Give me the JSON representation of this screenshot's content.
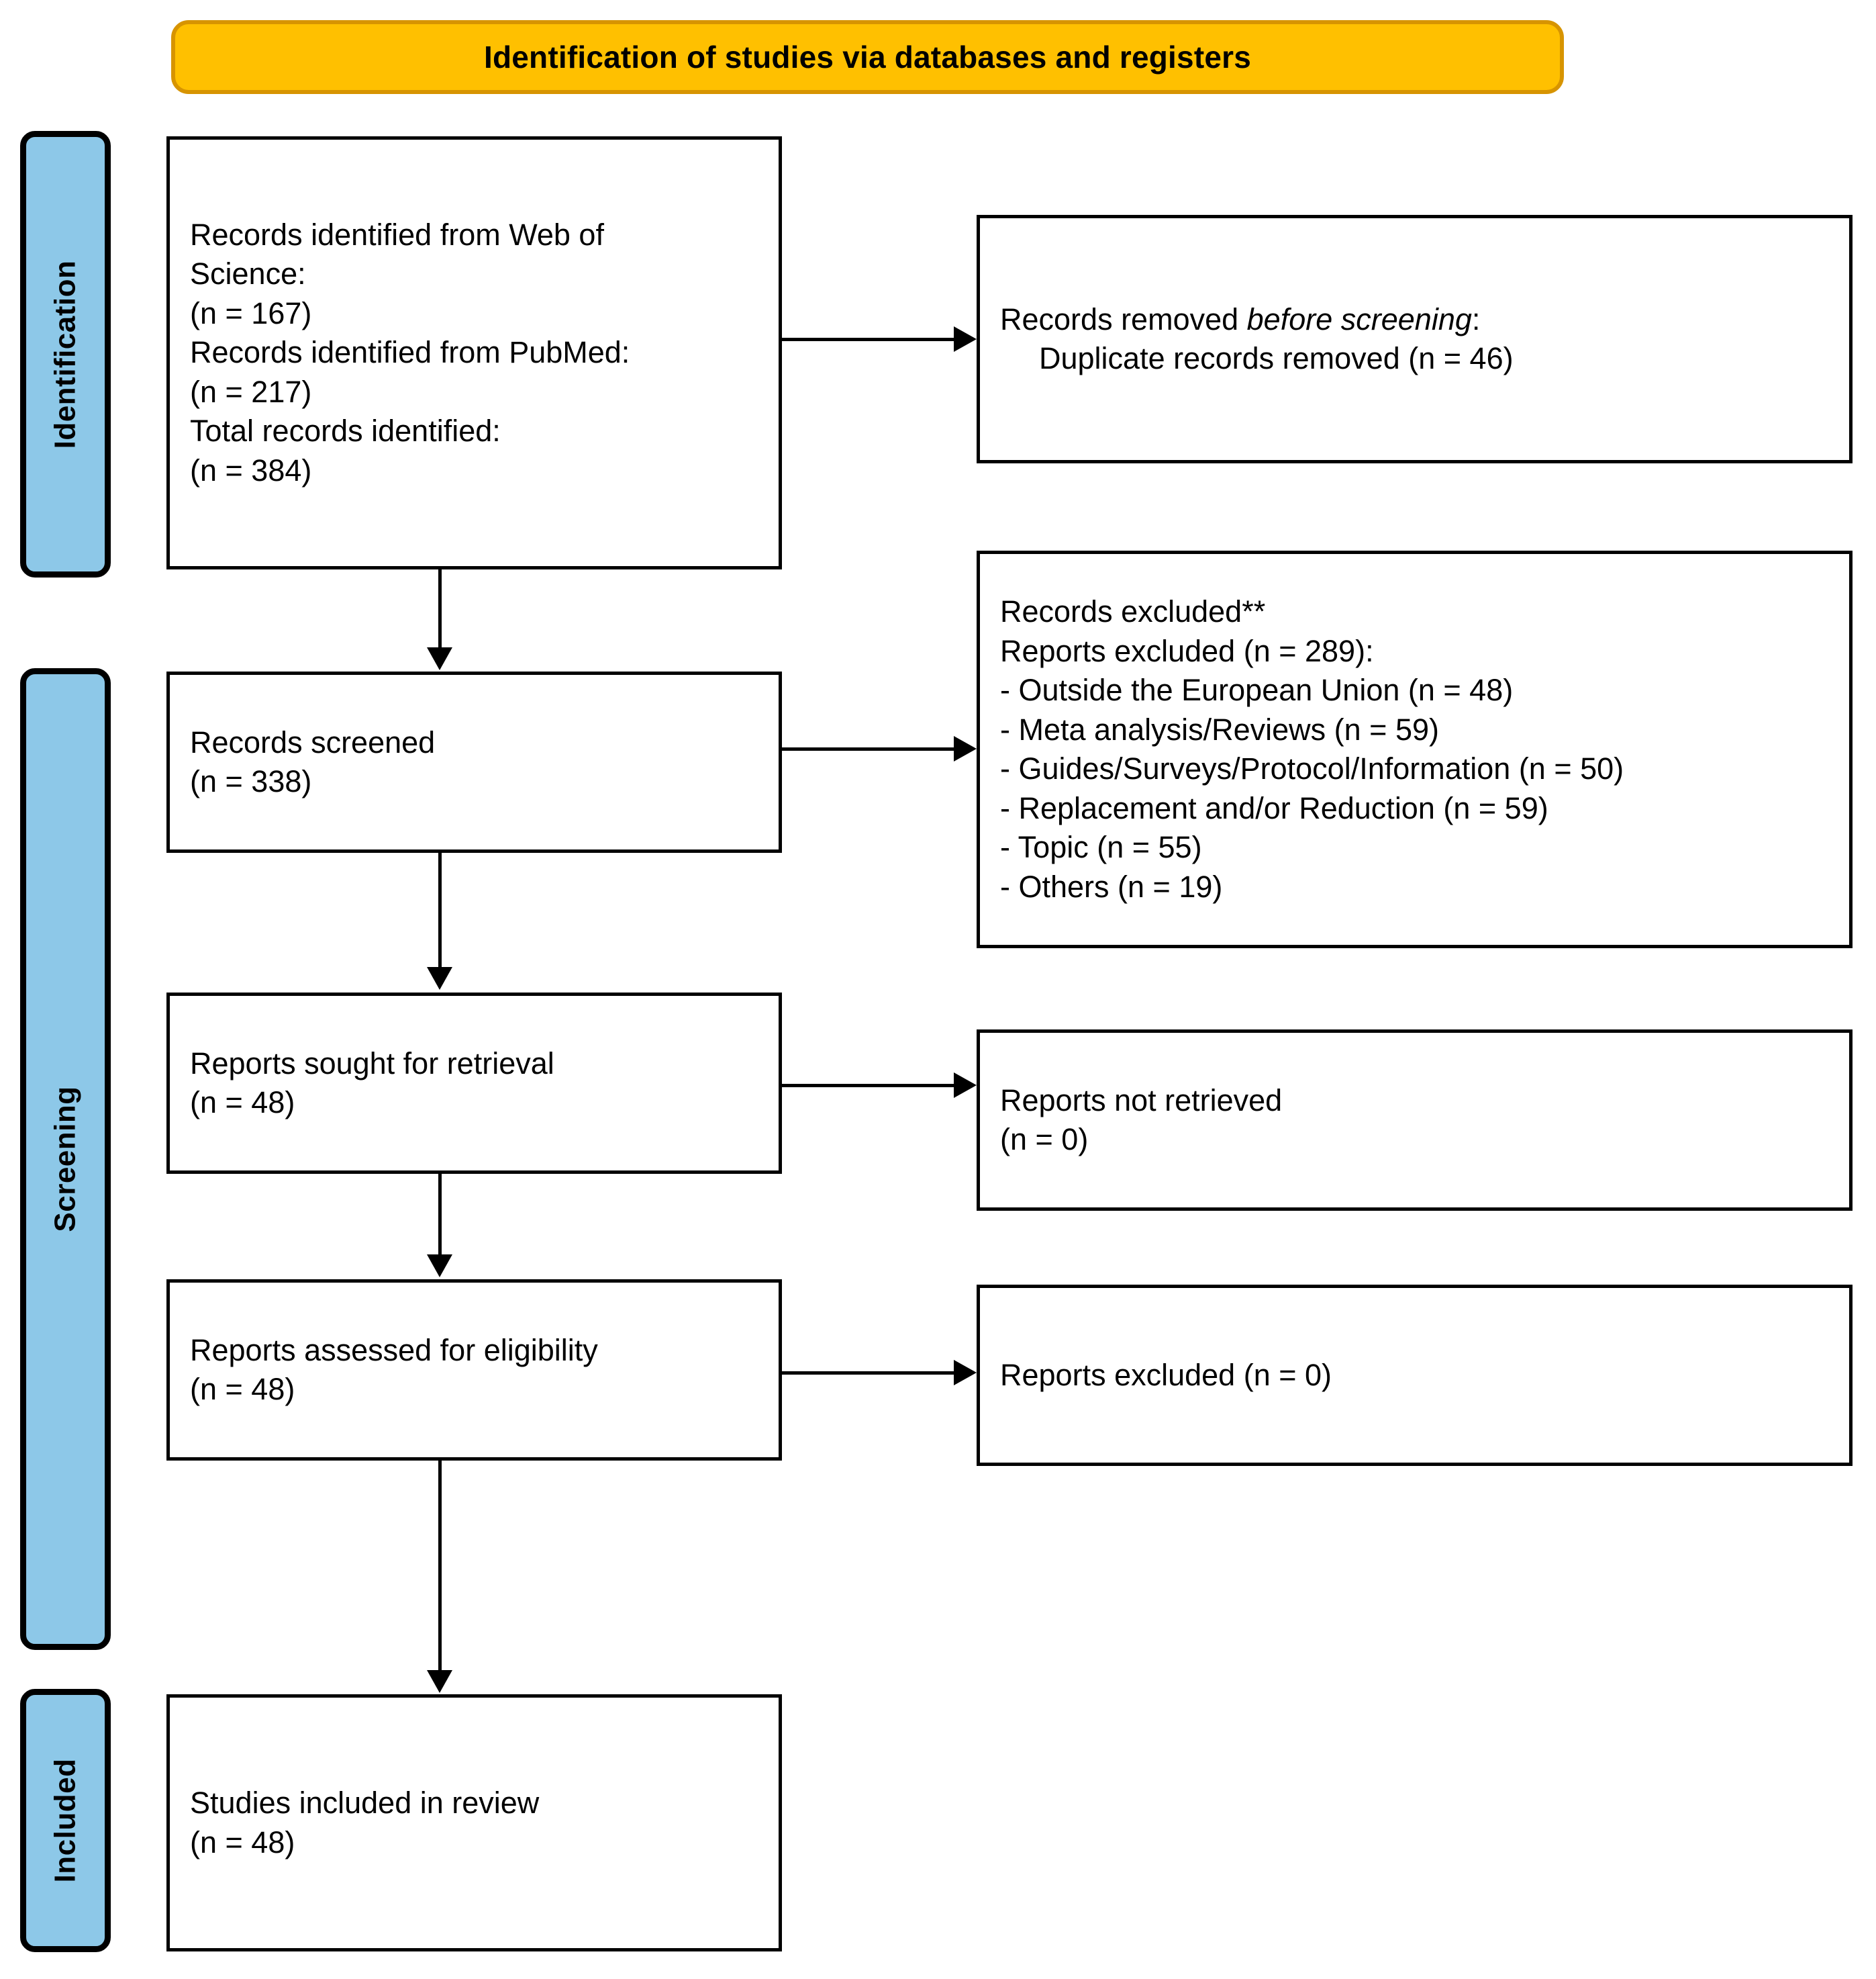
{
  "banner": {
    "title": "Identification of studies via databases and registers"
  },
  "theme": {
    "banner_fill": "#FFC000",
    "banner_border": "#D79400",
    "stage_fill": "#8DC8E8",
    "box_border": "#000000",
    "box_fill": "#FFFFFF",
    "text_color": "#000000"
  },
  "stages": [
    {
      "label": "Identification"
    },
    {
      "label": "Screening"
    },
    {
      "label": "Included"
    }
  ],
  "boxes": {
    "identified": {
      "lines": [
        "Records identified from Web of",
        "Science:",
        "(n = 167)",
        "Records identified from PubMed:",
        "(n = 217)",
        "Total records identified:",
        "(n = 384)"
      ]
    },
    "removed_before_screening": {
      "line_prefix": "Records removed ",
      "line_italic": "before screening",
      "line_suffix": ":",
      "line2": "Duplicate records removed (n = 46)"
    },
    "records_screened": {
      "line1": "Records screened",
      "line2": "(n = 338)"
    },
    "records_excluded": {
      "heading": "Records excluded**",
      "subheading": "Reports excluded (n = 289):",
      "reasons": [
        "- Outside the European Union (n = 48)",
        "- Meta analysis/Reviews (n = 59)",
        "- Guides/Surveys/Protocol/Information (n = 50)",
        "- Replacement and/or Reduction (n = 59)",
        "- Topic (n = 55)",
        "- Others (n = 19)"
      ]
    },
    "reports_sought": {
      "line1": "Reports sought for retrieval",
      "line2": "(n = 48)"
    },
    "reports_not_retrieved": {
      "line1": "Reports not retrieved",
      "line2": "(n = 0)"
    },
    "reports_assessed": {
      "line1": "Reports assessed for eligibility",
      "line2": "(n = 48)"
    },
    "reports_excluded": {
      "line1": "Reports excluded (n = 0)"
    },
    "studies_included": {
      "line1": "Studies included in review",
      "line2": "(n = 48)"
    }
  },
  "chart_data": {
    "type": "flowchart",
    "title": "Identification of studies via databases and registers",
    "stages": [
      "Identification",
      "Screening",
      "Included"
    ],
    "nodes": [
      {
        "id": "identified",
        "stage": "Identification",
        "label": "Records identified",
        "sources": [
          {
            "name": "Web of Science",
            "n": 167
          },
          {
            "name": "PubMed",
            "n": 217
          }
        ],
        "total": 384
      },
      {
        "id": "removed_before_screening",
        "stage": "Identification",
        "label": "Records removed before screening",
        "items": [
          {
            "name": "Duplicate records removed",
            "n": 46
          }
        ]
      },
      {
        "id": "records_screened",
        "stage": "Screening",
        "label": "Records screened",
        "n": 338
      },
      {
        "id": "records_excluded",
        "stage": "Screening",
        "label": "Records excluded**",
        "n": 289,
        "items": [
          {
            "name": "Outside the European Union",
            "n": 48
          },
          {
            "name": "Meta analysis/Reviews",
            "n": 59
          },
          {
            "name": "Guides/Surveys/Protocol/Information",
            "n": 50
          },
          {
            "name": "Replacement and/or Reduction",
            "n": 59
          },
          {
            "name": "Topic",
            "n": 55
          },
          {
            "name": "Others",
            "n": 19
          }
        ]
      },
      {
        "id": "reports_sought",
        "stage": "Screening",
        "label": "Reports sought for retrieval",
        "n": 48
      },
      {
        "id": "reports_not_retrieved",
        "stage": "Screening",
        "label": "Reports not retrieved",
        "n": 0
      },
      {
        "id": "reports_assessed",
        "stage": "Screening",
        "label": "Reports assessed for eligibility",
        "n": 48
      },
      {
        "id": "reports_excluded",
        "stage": "Screening",
        "label": "Reports excluded",
        "n": 0
      },
      {
        "id": "studies_included",
        "stage": "Included",
        "label": "Studies included in review",
        "n": 48
      }
    ],
    "edges": [
      {
        "from": "identified",
        "to": "removed_before_screening",
        "direction": "right"
      },
      {
        "from": "identified",
        "to": "records_screened",
        "direction": "down"
      },
      {
        "from": "records_screened",
        "to": "records_excluded",
        "direction": "right"
      },
      {
        "from": "records_screened",
        "to": "reports_sought",
        "direction": "down"
      },
      {
        "from": "reports_sought",
        "to": "reports_not_retrieved",
        "direction": "right"
      },
      {
        "from": "reports_sought",
        "to": "reports_assessed",
        "direction": "down"
      },
      {
        "from": "reports_assessed",
        "to": "reports_excluded",
        "direction": "right"
      },
      {
        "from": "reports_assessed",
        "to": "studies_included",
        "direction": "down"
      }
    ]
  }
}
